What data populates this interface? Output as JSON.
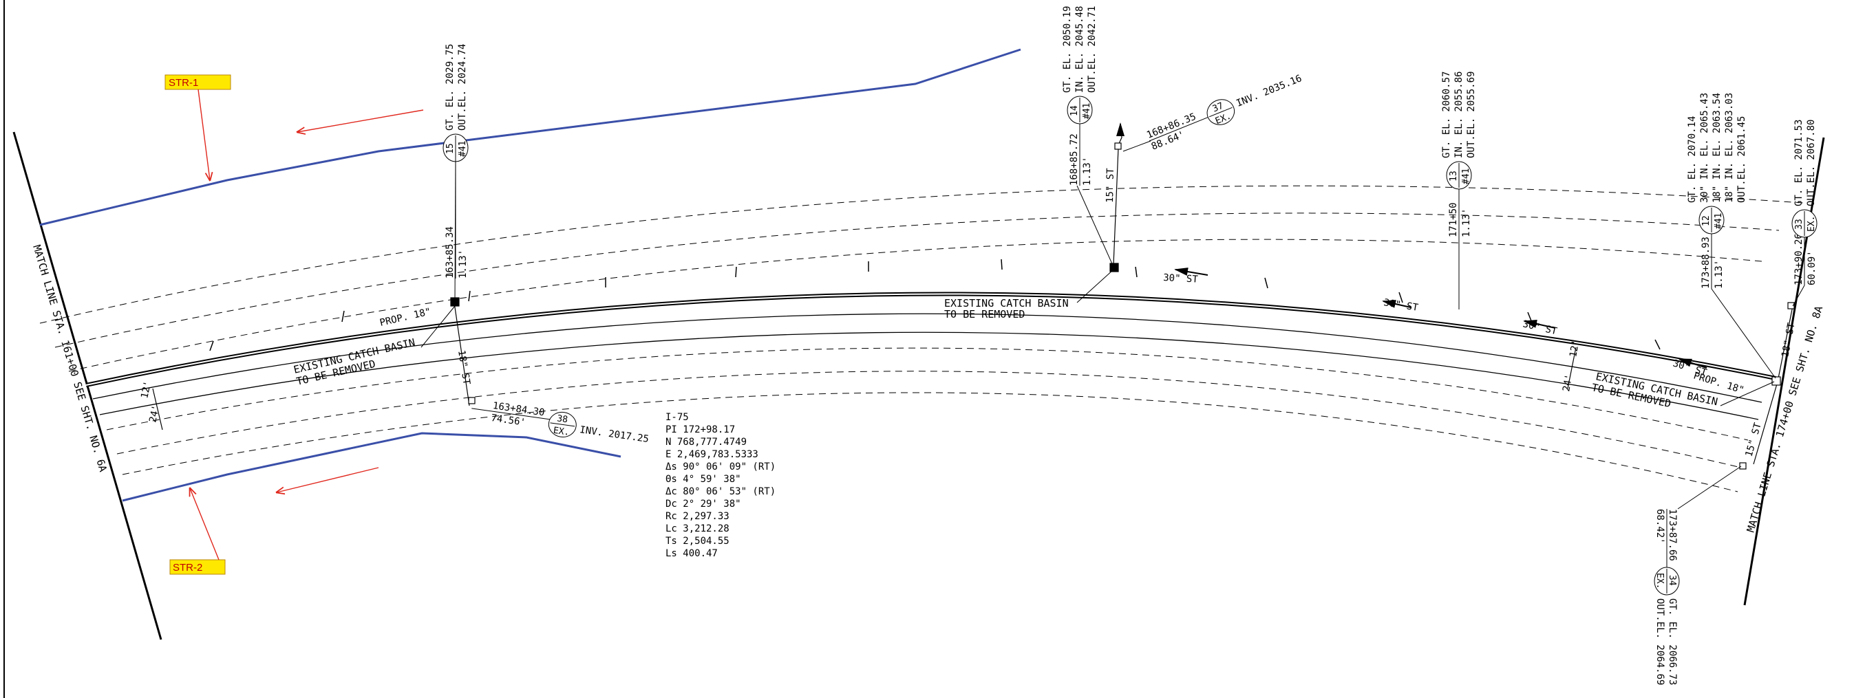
{
  "tags": {
    "str1": "STR-1",
    "str2": "STR-2"
  },
  "match_lines": {
    "left": "MATCH LINE STA. 161+00 SEE SHT. NO. 6A",
    "right": "MATCH LINE STA. 174+00 SEE SHT. NO. 8A"
  },
  "structures": {
    "s15": {
      "num": "15",
      "type": "#41",
      "station": "163+85.34",
      "offset": "1.13'",
      "elev": [
        "GT. EL. 2029.75",
        "OUT.EL. 2024.74"
      ]
    },
    "s14": {
      "num": "14",
      "type": "#41",
      "station": "168+85.72",
      "offset": "1.13'",
      "elev": [
        "GT. EL. 2050.19",
        "IN. EL. 2045.48",
        "OUT.EL. 2042.71"
      ]
    },
    "s37": {
      "num": "37",
      "type": "EX.",
      "station": "168+86.35",
      "offset": "88.64'",
      "inv": "INV. 2035.16"
    },
    "s13": {
      "num": "13",
      "type": "#41",
      "station": "171+50",
      "offset": "1.13'",
      "elev": [
        "GT. EL. 2060.57",
        "IN. EL. 2055.86",
        "OUT.EL. 2055.69"
      ]
    },
    "s12": {
      "num": "12",
      "type": "#41",
      "station": "173+88.93",
      "offset": "1.13'",
      "elev": [
        "GT. EL. 2070.14",
        "30\" IN. EL. 2065.43",
        "18\" IN. EL. 2063.54",
        "18\" IN. EL. 2063.03",
        "OUT.EL. 2061.45"
      ]
    },
    "s33": {
      "num": "33",
      "type": "EX.",
      "station": "173+90.26",
      "offset": "60.09'",
      "elev": [
        "GT. EL. 2071.53",
        "OUT.EL. 2067.80"
      ]
    },
    "s38": {
      "num": "38",
      "type": "EX.",
      "station": "163+84.30",
      "offset": "74.56'",
      "inv": "INV. 2017.25"
    },
    "s34": {
      "num": "34",
      "type": "EX.",
      "station": "173+87.66",
      "offset": "68.42'",
      "elev": [
        "GT. EL. 2066.73",
        "OUT.EL. 2064.69"
      ]
    }
  },
  "notes": {
    "existing_cb": "EXISTING CATCH BASIN",
    "to_be_removed": "TO BE REMOVED",
    "prop18": "PROP. 18\"",
    "pipe30": "30\" ST",
    "pipe18": "18\" ST",
    "pipe15": "15\" ST",
    "pipe18b": "18\" ST",
    "pipe15b": "15\" ST",
    "dim24": "24'",
    "dim12": "12'"
  },
  "curve_data": [
    "I-75",
    "PI  172+98.17",
    "N   768,777.4749",
    "E   2,469,783.5333",
    "Δs  90° 06' 09\" (RT)",
    "Θs  4° 59' 38\"",
    "Δc  80° 06' 53\" (RT)",
    "Dc  2° 29' 38\"",
    "Rc  2,297.33",
    "Lc  3,212.28",
    "Ts  2,504.55",
    "Ls  400.47"
  ],
  "colors": {
    "ditch": "#3a4fa8",
    "flow_arrow": "#e0281e",
    "tag_fill": "#ffe800",
    "tag_text": "#c00000"
  }
}
